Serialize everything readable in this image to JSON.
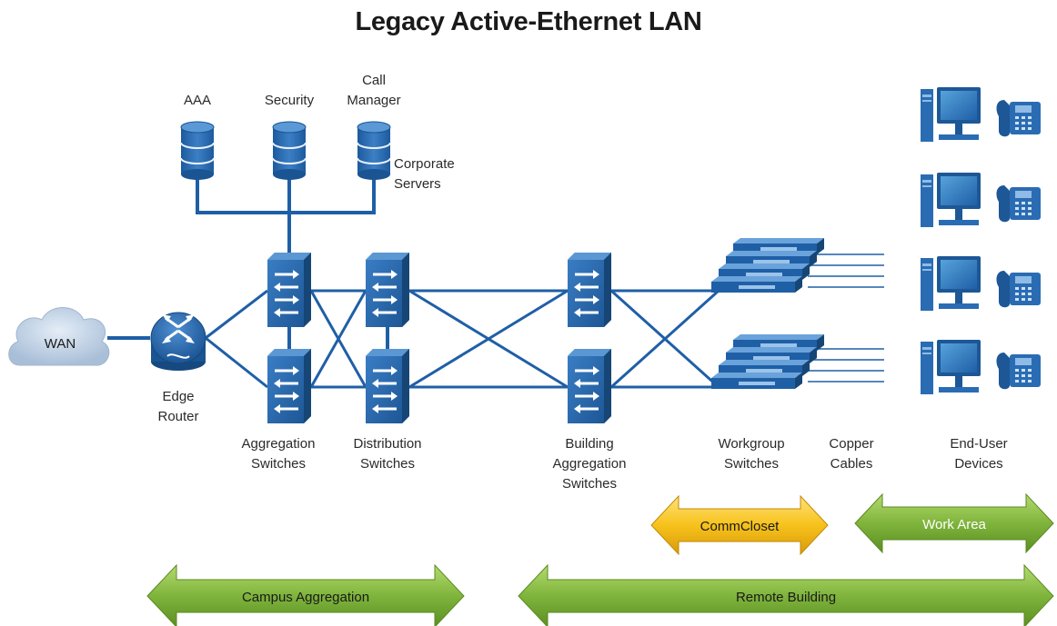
{
  "title": "Legacy Active-Ethernet LAN",
  "servers": {
    "aaa": "AAA",
    "security": "Security",
    "call_manager": [
      "Call",
      "Manager"
    ],
    "corporate": [
      "Corporate",
      "Servers"
    ]
  },
  "cloud_label": "WAN",
  "router_label": [
    "Edge",
    "Router"
  ],
  "column_labels": {
    "aggregation": [
      "Aggregation",
      "Switches"
    ],
    "distribution": [
      "Distribution",
      "Switches"
    ],
    "building": [
      "Building",
      "Aggregation",
      "Switches"
    ],
    "workgroup": [
      "Workgroup",
      "Switches"
    ],
    "copper": [
      "Copper",
      "Cables"
    ],
    "end_user": [
      "End-User",
      "Devices"
    ]
  },
  "zones": {
    "comm_closet": "CommCloset",
    "work_area": "Work Area",
    "campus_aggregation": "Campus Aggregation",
    "remote_building": "Remote Building"
  },
  "colors": {
    "network_blue": "#1f5fa6",
    "switch_blue": "#2a6cb3",
    "arrow_green": "#7cb23a",
    "arrow_yellow": "#f5c21a"
  },
  "icons": [
    "database-icon",
    "cloud-icon",
    "router-icon",
    "switch-icon",
    "workgroup-switch-icon",
    "computer-icon",
    "phone-icon"
  ]
}
